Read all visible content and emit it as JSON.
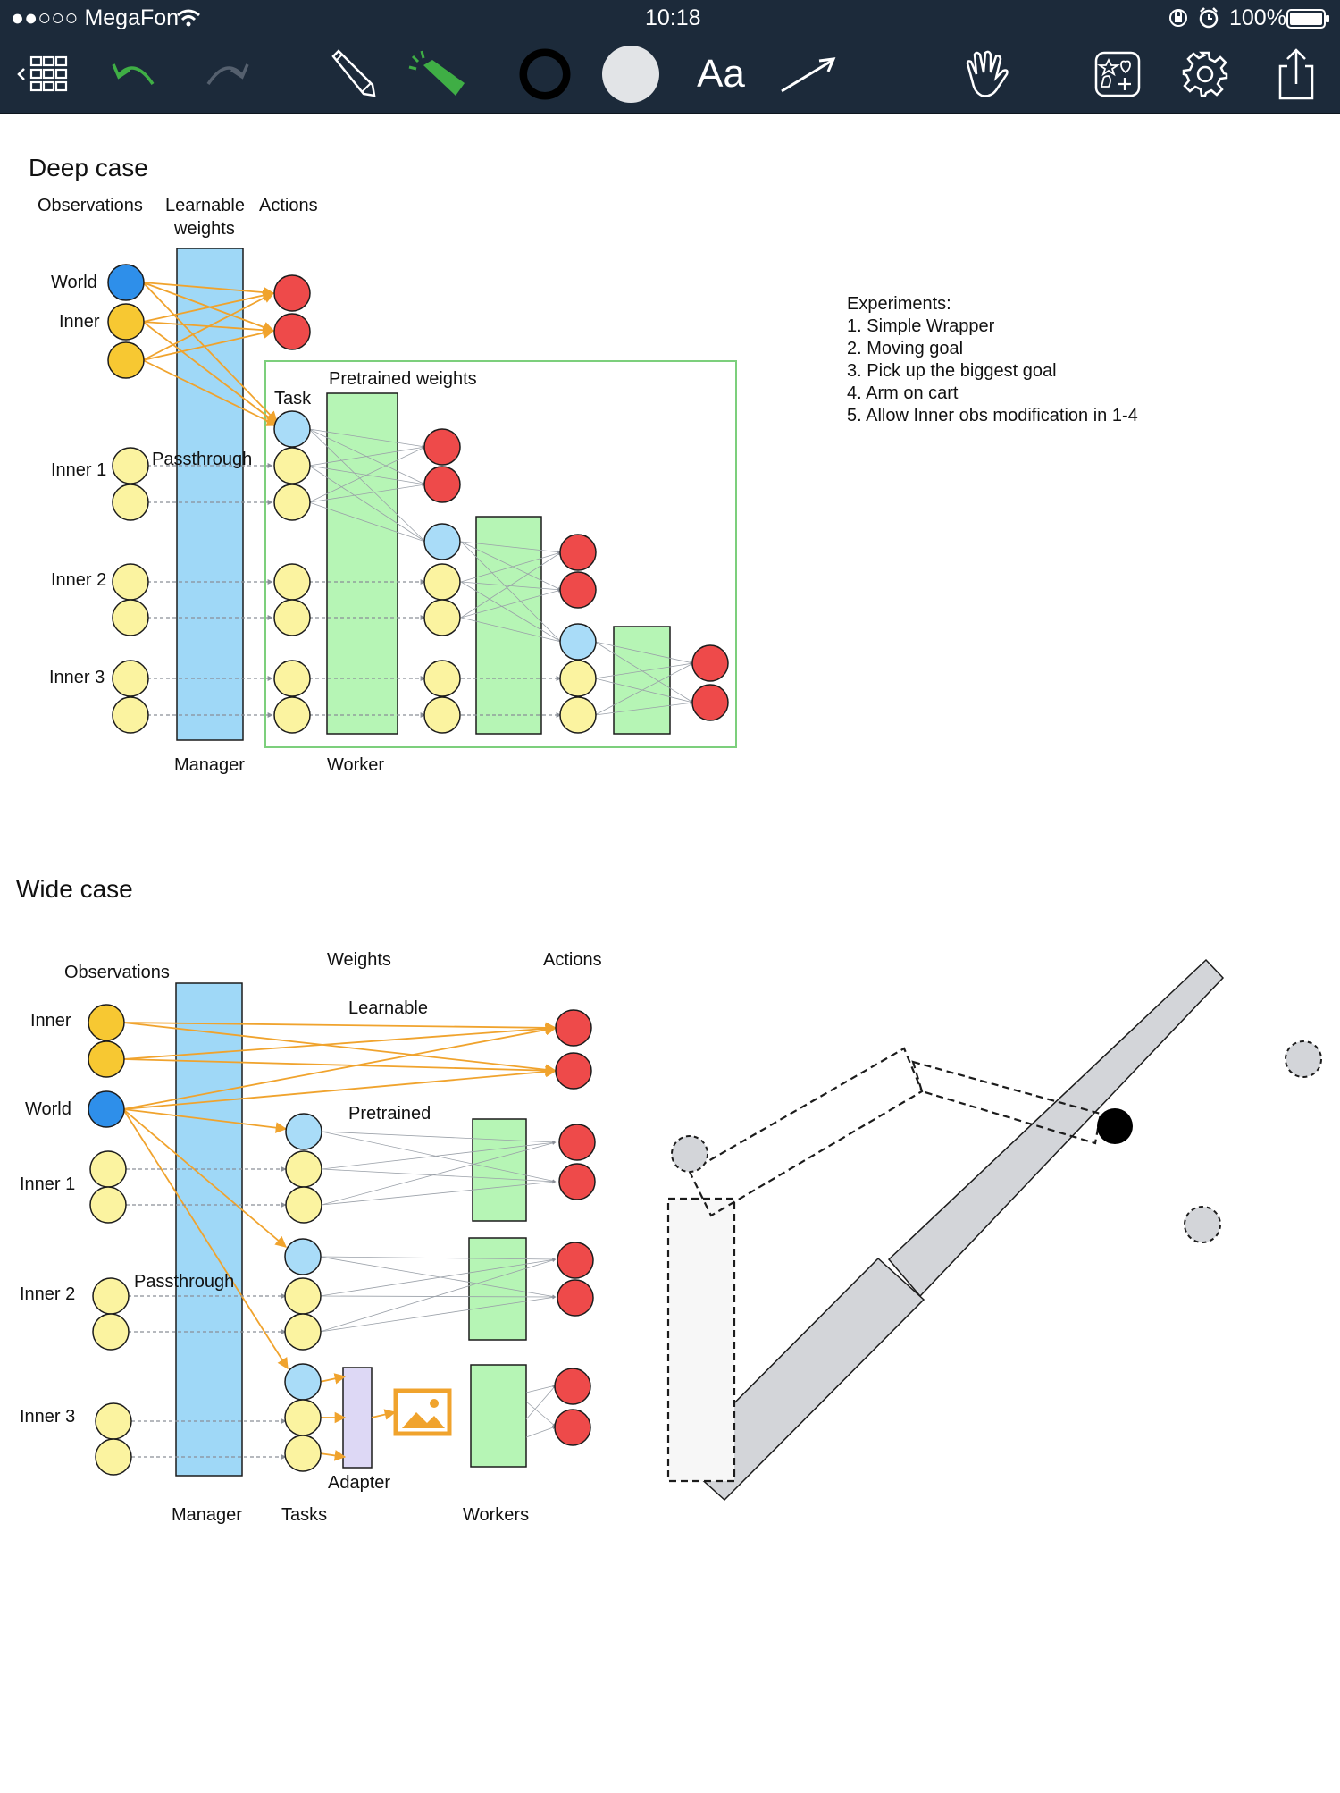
{
  "status_bar": {
    "carrier": "●●○○○ MegaFon",
    "time": "10:18",
    "battery": "100%"
  },
  "toolbar": {
    "background": "#1c2a3a",
    "icons": [
      "grid-back-icon",
      "undo-icon",
      "redo-icon",
      "pencil-icon",
      "highlighter-icon",
      "stroke-color-icon",
      "fill-color-icon",
      "text-tool-icon",
      "arrow-tool-icon",
      "hand-icon",
      "stickers-icon",
      "settings-icon",
      "share-icon"
    ],
    "text_tool_label": "Aa"
  },
  "deep_case": {
    "title": "Deep case",
    "observations_label": "Observations",
    "learnable_label": "Learnable",
    "weights_label": "weights",
    "actions_label": "Actions",
    "world_label": "World",
    "inner_label": "Inner",
    "task_label": "Task",
    "pretrained_label": "Pretrained weights",
    "passthrough_label": "Passthrough",
    "inner1_label": "Inner 1",
    "inner2_label": "Inner 2",
    "inner3_label": "Inner 3",
    "manager_label": "Manager",
    "worker_label": "Worker"
  },
  "experiments": {
    "heading": "Experiments:",
    "items": [
      "1. Simple Wrapper",
      "2. Moving goal",
      "3. Pick up the biggest goal",
      "4. Arm on cart",
      "5. Allow Inner obs modification in 1-4"
    ]
  },
  "wide_case": {
    "title": "Wide case",
    "observations_label": "Observations",
    "weights_label": "Weights",
    "actions_label": "Actions",
    "inner_label": "Inner",
    "world_label": "World",
    "learnable_label": "Learnable",
    "pretrained_label": "Pretrained",
    "passthrough_label": "Passthrough",
    "inner1_label": "Inner 1",
    "inner2_label": "Inner 2",
    "inner3_label": "Inner 3",
    "adapter_label": "Adapter",
    "manager_label": "Manager",
    "tasks_label": "Tasks",
    "workers_label": "Workers"
  },
  "colors": {
    "observation_blue": "#2e8fea",
    "observation_gold": "#f7c832",
    "observation_yellow": "#fbf3a0",
    "task_blue": "#a9dcf8",
    "action_red": "#ee4a4a",
    "manager_blue": "#9fd8f7",
    "worker_green": "#b6f5b5",
    "worker_frame": "#7ccf7c",
    "adapter_purple": "#ddd8f5",
    "learnable_arrow": "#f0a32d",
    "arm_grey": "#d3d5d9"
  }
}
